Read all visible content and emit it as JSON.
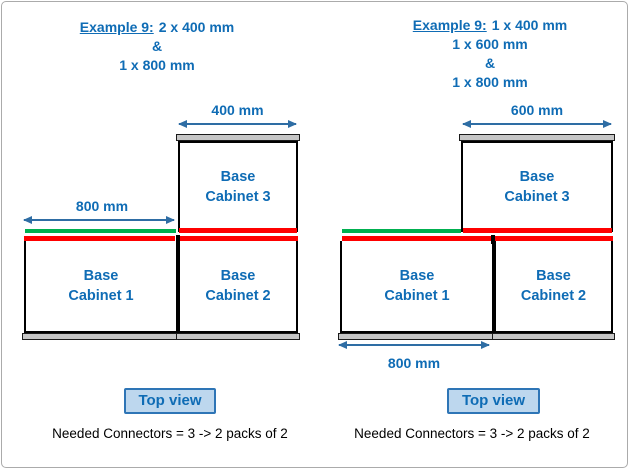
{
  "colors": {
    "blue_text": "#0F6CB5",
    "arrow_blue": "#2E6DA4",
    "connector_green": "#00B050",
    "connector_red": "#FF0000",
    "strip_gray": "#C6C6C6",
    "button_fill": "#BDD7EE",
    "button_border": "#2E75B6",
    "frame_border": "#ABABAB"
  },
  "left": {
    "title": {
      "prefix": "Example 9:",
      "line1": "2 x 400 mm",
      "line2": "&",
      "line3": "1 x 800 mm"
    },
    "dims": {
      "top": "400 mm",
      "side": "800 mm"
    },
    "cabinets": {
      "cab1": {
        "line1": "Base",
        "line2": "Cabinet 1"
      },
      "cab2": {
        "line1": "Base",
        "line2": "Cabinet 2"
      },
      "cab3": {
        "line1": "Base",
        "line2": "Cabinet 3"
      }
    },
    "button_label": "Top view",
    "note": "Needed Connectors = 3 -> 2 packs of 2"
  },
  "right": {
    "title": {
      "prefix": "Example 9:",
      "line1": "1 x 400 mm",
      "line2": "1 x 600 mm",
      "line3": "&",
      "line4": "1 x 800 mm"
    },
    "dims": {
      "top": "600 mm",
      "bottom": "800 mm"
    },
    "cabinets": {
      "cab1": {
        "line1": "Base",
        "line2": "Cabinet 1"
      },
      "cab2": {
        "line1": "Base",
        "line2": "Cabinet 2"
      },
      "cab3": {
        "line1": "Base",
        "line2": "Cabinet 3"
      }
    },
    "button_label": "Top view",
    "note": "Needed Connectors = 3 -> 2 packs of 2"
  }
}
